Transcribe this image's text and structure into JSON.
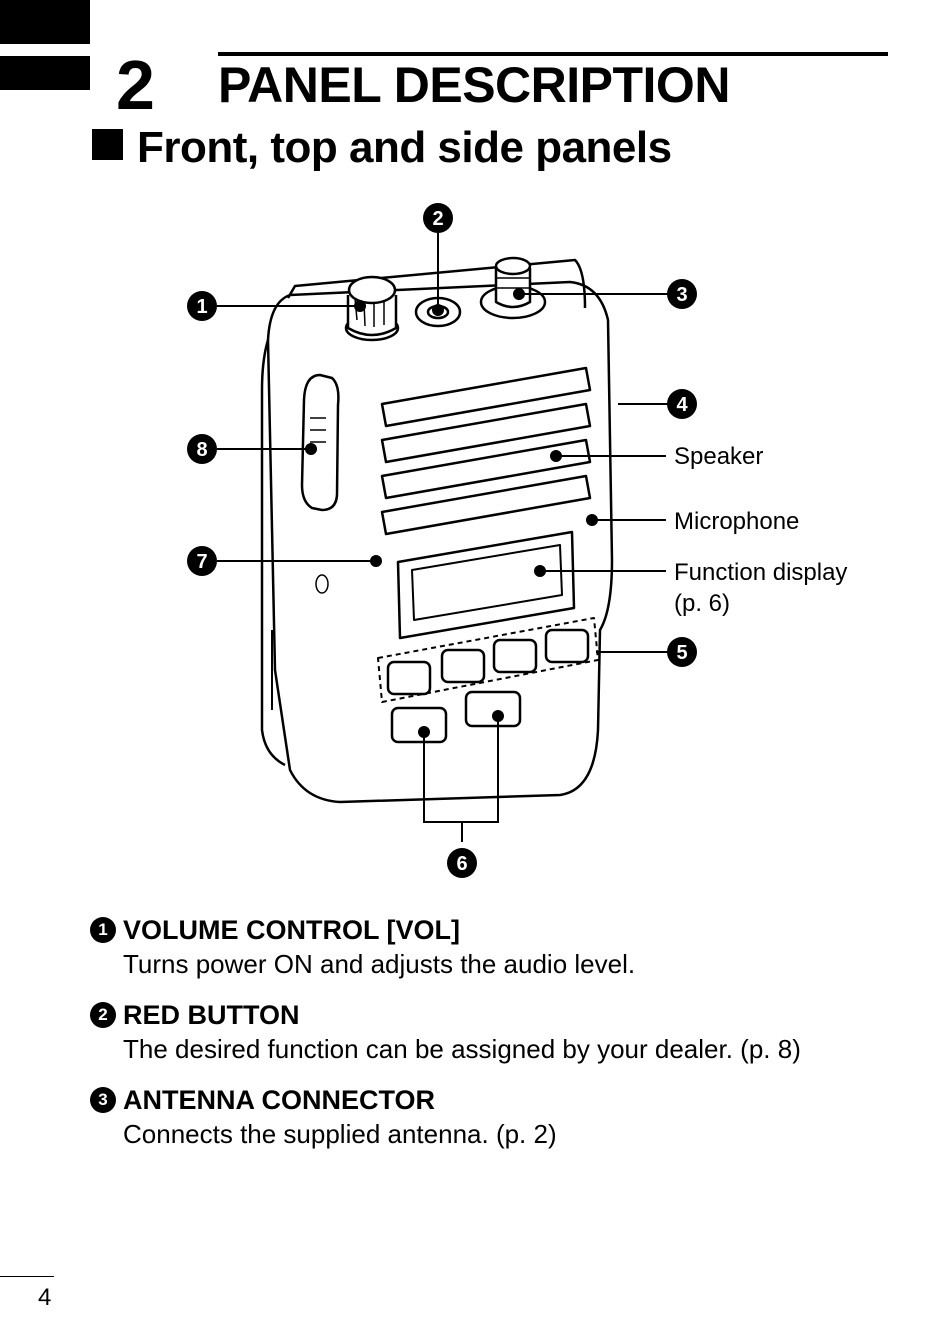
{
  "chapter": {
    "number": "2",
    "title": "PANEL DESCRIPTION"
  },
  "section": {
    "title": "Front, top and side panels"
  },
  "diagram": {
    "callouts": [
      "1",
      "2",
      "3",
      "4",
      "5",
      "6",
      "7",
      "8"
    ],
    "labels": {
      "speaker": "Speaker",
      "microphone": "Microphone",
      "function_display": "Function display",
      "function_display_ref": "(p. 6)"
    }
  },
  "descriptions": [
    {
      "num": "1",
      "title": "VOLUME CONTROL [VOL]",
      "text": "Turns power ON and adjusts the audio level."
    },
    {
      "num": "2",
      "title": "RED BUTTON",
      "text": "The desired function can be assigned by your dealer. (p. 8)"
    },
    {
      "num": "3",
      "title": "ANTENNA CONNECTOR",
      "text": "Connects the supplied antenna. (p. 2)"
    }
  ],
  "page_number": "4"
}
